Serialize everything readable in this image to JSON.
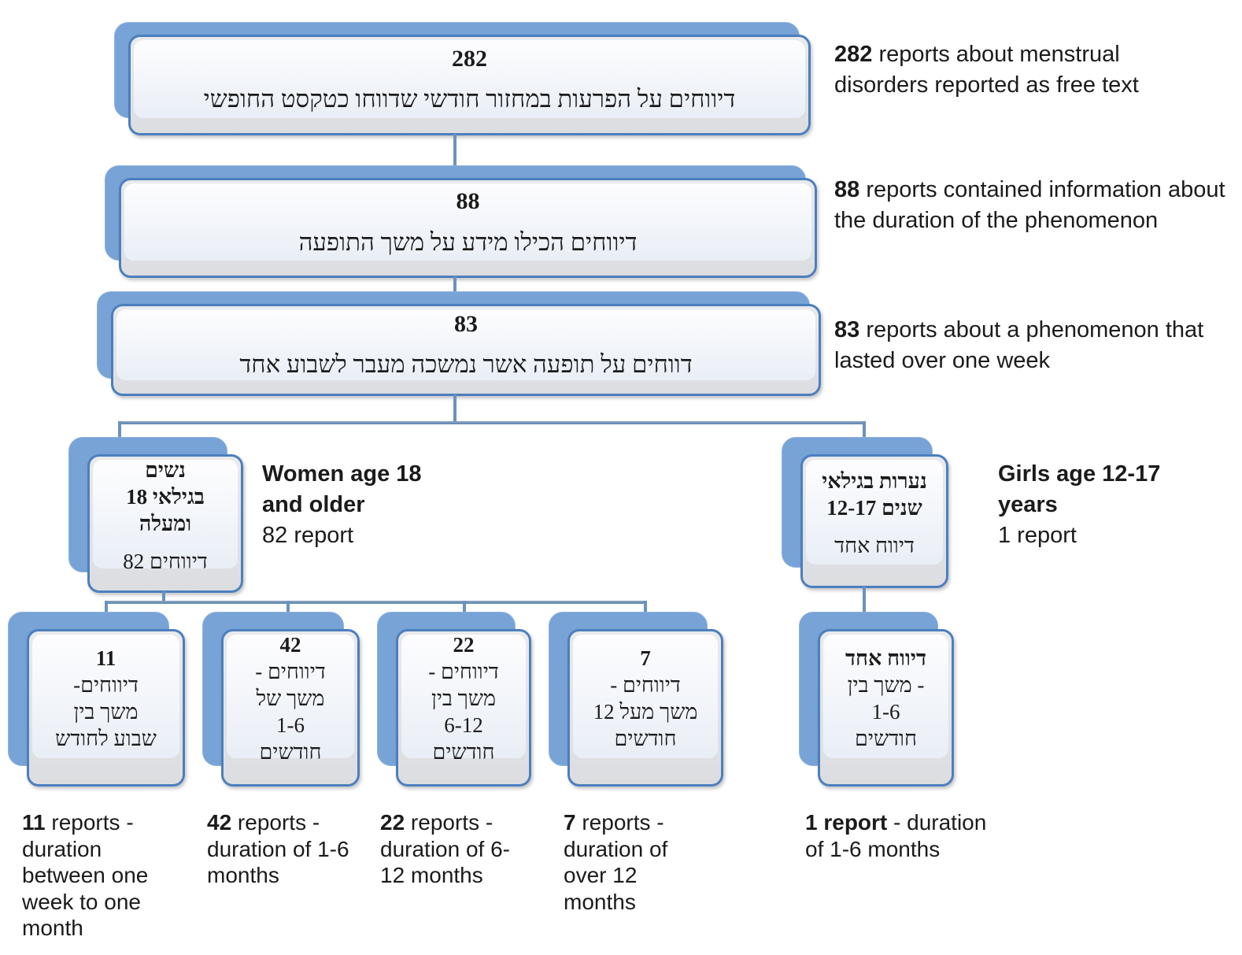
{
  "diagram": {
    "top_boxes": [
      {
        "number": "282",
        "label": "דיווחים על הפרעות במחזור חודשי שדווחו כטקסט החופשי",
        "annotation": {
          "bold": "282",
          "rest": " reports about menstrual disorders reported as free text"
        }
      },
      {
        "number": "88",
        "label": "דיווחים הכילו מידע על משך התופעה",
        "annotation": {
          "bold": "88",
          "rest": " reports contained information about the duration of the phenomenon"
        }
      },
      {
        "number": "83",
        "label": "דווחים על תופעה אשר נמשכה מעבר לשבוע אחד",
        "annotation": {
          "bold": "83",
          "rest": " reports about a phenomenon that lasted over one week"
        }
      }
    ],
    "branches": [
      {
        "lines": [
          {
            "t": "נשים",
            "b": true,
            "d": "rtl"
          },
          {
            "t": "בגילאי 18",
            "b": true,
            "d": "ltr"
          },
          {
            "t": "ומעלה",
            "b": true,
            "d": "rtl"
          },
          {
            "t": "82 דיווחים",
            "d": "ltr",
            "gap": true
          }
        ],
        "annotation": {
          "bold": "Women age 18 and older",
          "rest": "82 report"
        }
      },
      {
        "lines": [
          {
            "t": "נערות בגילאי",
            "b": true,
            "d": "rtl"
          },
          {
            "t": "12-17 שנים",
            "b": true,
            "d": "ltr"
          },
          {
            "t": "דיווח אחד",
            "d": "rtl",
            "gap": true
          }
        ],
        "annotation": {
          "bold": "Girls age 12-17 years",
          "rest": "1 report"
        }
      }
    ],
    "leaves": [
      {
        "lines": [
          {
            "t": "11",
            "b": true
          },
          {
            "t": "דיווחים-",
            "d": "rtl"
          },
          {
            "t": "משך בין",
            "d": "rtl"
          },
          {
            "t": "שבוע לחודש",
            "d": "rtl"
          }
        ],
        "caption": {
          "bold": "11",
          "rest": " reports - duration between one week to one month"
        }
      },
      {
        "lines": [
          {
            "t": "42",
            "b": true
          },
          {
            "t": "דיווחים -",
            "d": "rtl"
          },
          {
            "t": "משך של",
            "d": "rtl"
          },
          {
            "t": "1-6",
            "d": "ltr"
          },
          {
            "t": "חודשים",
            "d": "rtl"
          }
        ],
        "caption": {
          "bold": "42",
          "rest": " reports - duration of 1-6 months"
        }
      },
      {
        "lines": [
          {
            "t": "22",
            "b": true
          },
          {
            "t": "דיווחים -",
            "d": "rtl"
          },
          {
            "t": "משך בין",
            "d": "rtl"
          },
          {
            "t": "6-12",
            "d": "ltr"
          },
          {
            "t": "חודשים",
            "d": "rtl"
          }
        ],
        "caption": {
          "bold": "22",
          "rest": " reports - duration of 6-12 months"
        }
      },
      {
        "lines": [
          {
            "t": "7",
            "b": true
          },
          {
            "t": "דיווחים -",
            "d": "rtl"
          },
          {
            "t": "משך מעל 12",
            "d": "rtl"
          },
          {
            "t": "חודשים",
            "d": "rtl"
          }
        ],
        "caption": {
          "bold": "7",
          "rest": " reports - duration of over 12 months"
        }
      },
      {
        "lines": [
          {
            "t": "דיווח אחד",
            "b": true,
            "d": "rtl"
          },
          {
            "t": "- משך בין",
            "d": "rtl"
          },
          {
            "t": "1-6",
            "d": "ltr"
          },
          {
            "t": "חודשים",
            "d": "rtl"
          }
        ],
        "caption": {
          "bold": "1 report",
          "rest": " - duration of 1-6 months"
        }
      }
    ],
    "colors": {
      "box_back_blue": "#78a3d6",
      "box_border_blue": "#4c7fbe",
      "box_face_gray": "#dcdde0",
      "box_inner_white": "#f2f5fa",
      "connector_blue": "#6b92bf",
      "text": "#1b1b1b"
    }
  }
}
